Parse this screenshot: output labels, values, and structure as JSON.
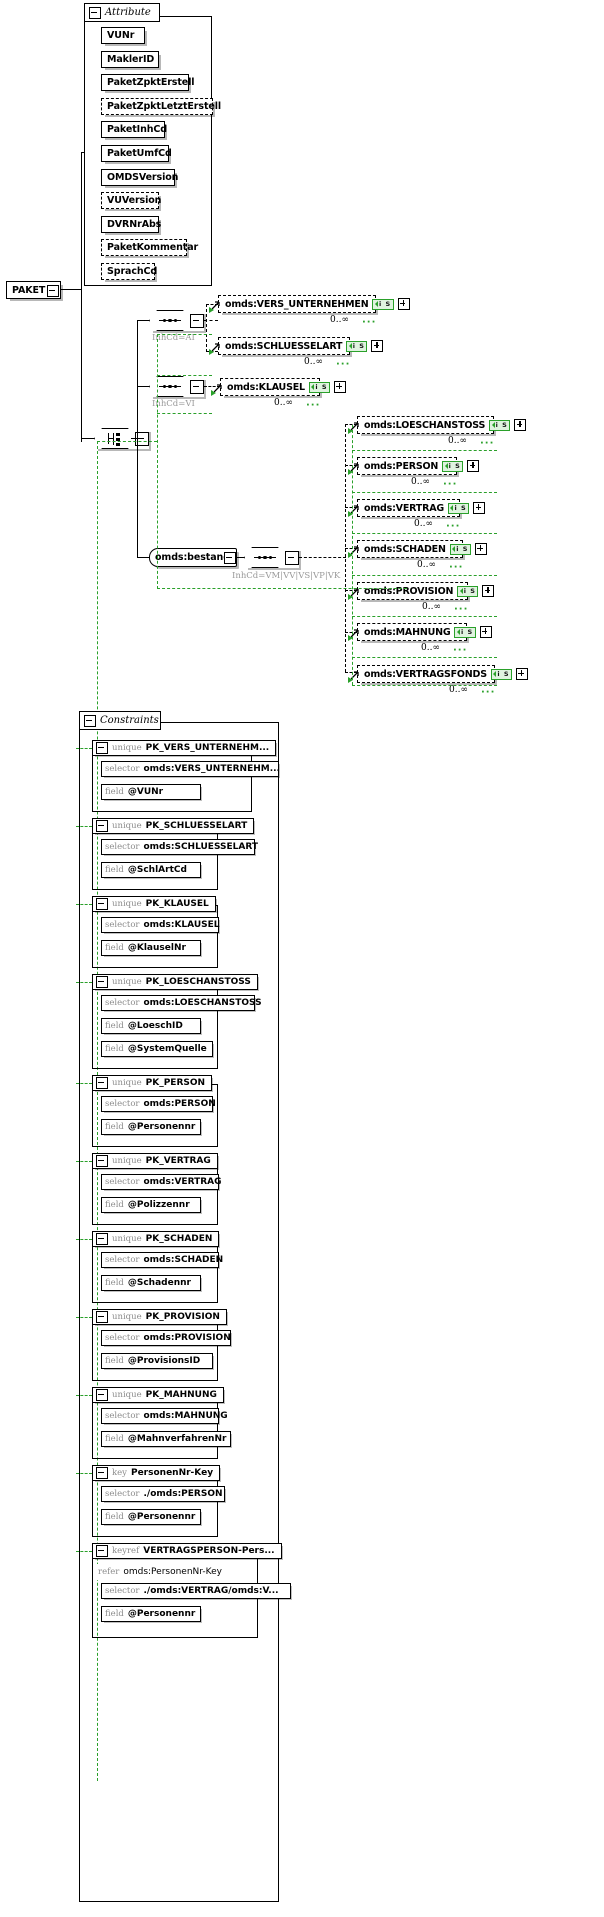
{
  "diagram": {
    "root_element": "PAKET",
    "attribute_group_label": "Attribute",
    "constraints_group_label": "Constraints",
    "occurrence_label": "0..∞",
    "badge_text": "i S",
    "accent_green": "#2aa02a",
    "badge_bg": "#dff3df",
    "inhcd_color": "#9a9a9a"
  },
  "attributes": [
    {
      "name": "VUNr",
      "optional": false
    },
    {
      "name": "MaklerID",
      "optional": false
    },
    {
      "name": "PaketZpktErstell",
      "optional": false
    },
    {
      "name": "PaketZpktLetztErstell",
      "optional": true
    },
    {
      "name": "PaketInhCd",
      "optional": false
    },
    {
      "name": "PaketUmfCd",
      "optional": false
    },
    {
      "name": "OMDSVersion",
      "optional": false
    },
    {
      "name": "VUVersion",
      "optional": true
    },
    {
      "name": "DVRNrAbs",
      "optional": false
    },
    {
      "name": "PaketKommentar",
      "optional": true
    },
    {
      "name": "SprachCd",
      "optional": true
    }
  ],
  "branches": [
    {
      "inhcd": "InhCd=AI",
      "elements": [
        "omds:VERS_UNTERNEHMEN",
        "omds:SCHLUESSELART"
      ]
    },
    {
      "inhcd": "InhCd=VI",
      "elements": [
        "omds:KLAUSEL"
      ]
    },
    {
      "group_name": "omds:bestand",
      "inhcd": "InhCd=VM|VV|VS|VP|VK",
      "elements": [
        "omds:LOESCHANSTOSS",
        "omds:PERSON",
        "omds:VERTRAG",
        "omds:SCHADEN",
        "omds:PROVISION",
        "omds:MAHNUNG",
        "omds:VERTRAGSFONDS"
      ]
    }
  ],
  "elements": [
    {
      "name": "omds:VERS_UNTERNEHMEN",
      "occ": "0..∞"
    },
    {
      "name": "omds:SCHLUESSELART",
      "occ": "0..∞"
    },
    {
      "name": "omds:KLAUSEL",
      "occ": "0..∞"
    },
    {
      "name": "omds:LOESCHANSTOSS",
      "occ": "0..∞"
    },
    {
      "name": "omds:PERSON",
      "occ": "0..∞"
    },
    {
      "name": "omds:VERTRAG",
      "occ": "0..∞"
    },
    {
      "name": "omds:SCHADEN",
      "occ": "0..∞"
    },
    {
      "name": "omds:PROVISION",
      "occ": "0..∞"
    },
    {
      "name": "omds:MAHNUNG",
      "occ": "0..∞"
    },
    {
      "name": "omds:VERTRAGSFONDS",
      "occ": "0..∞"
    }
  ],
  "constraints": [
    {
      "kind": "unique",
      "name": "PK_VERS_UNTERNEHM...",
      "rows": [
        {
          "label": "selector",
          "value": "omds:VERS_UNTERNEHM..."
        },
        {
          "label": "field",
          "value": "@VUNr"
        }
      ]
    },
    {
      "kind": "unique",
      "name": "PK_SCHLUESSELART",
      "rows": [
        {
          "label": "selector",
          "value": "omds:SCHLUESSELART"
        },
        {
          "label": "field",
          "value": "@SchlArtCd"
        }
      ]
    },
    {
      "kind": "unique",
      "name": "PK_KLAUSEL",
      "rows": [
        {
          "label": "selector",
          "value": "omds:KLAUSEL"
        },
        {
          "label": "field",
          "value": "@KlauselNr"
        }
      ]
    },
    {
      "kind": "unique",
      "name": "PK_LOESCHANSTOSS",
      "rows": [
        {
          "label": "selector",
          "value": "omds:LOESCHANSTOSS"
        },
        {
          "label": "field",
          "value": "@LoeschID"
        },
        {
          "label": "field",
          "value": "@SystemQuelle"
        }
      ]
    },
    {
      "kind": "unique",
      "name": "PK_PERSON",
      "rows": [
        {
          "label": "selector",
          "value": "omds:PERSON"
        },
        {
          "label": "field",
          "value": "@Personennr"
        }
      ]
    },
    {
      "kind": "unique",
      "name": "PK_VERTRAG",
      "rows": [
        {
          "label": "selector",
          "value": "omds:VERTRAG"
        },
        {
          "label": "field",
          "value": "@Polizzennr"
        }
      ]
    },
    {
      "kind": "unique",
      "name": "PK_SCHADEN",
      "rows": [
        {
          "label": "selector",
          "value": "omds:SCHADEN"
        },
        {
          "label": "field",
          "value": "@Schadennr"
        }
      ]
    },
    {
      "kind": "unique",
      "name": "PK_PROVISION",
      "rows": [
        {
          "label": "selector",
          "value": "omds:PROVISION"
        },
        {
          "label": "field",
          "value": "@ProvisionsID"
        }
      ]
    },
    {
      "kind": "unique",
      "name": "PK_MAHNUNG",
      "rows": [
        {
          "label": "selector",
          "value": "omds:MAHNUNG"
        },
        {
          "label": "field",
          "value": "@MahnverfahrenNr"
        }
      ]
    },
    {
      "kind": "key",
      "name": "PersonenNr-Key",
      "rows": [
        {
          "label": "selector",
          "value": "./omds:PERSON"
        },
        {
          "label": "field",
          "value": "@Personennr"
        }
      ]
    },
    {
      "kind": "keyref",
      "name": "VERTRAGSPERSON-Pers...",
      "refer": {
        "label": "refer",
        "value": "omds:PersonenNr-Key"
      },
      "rows": [
        {
          "label": "selector",
          "value": "./omds:VERTRAG/omds:V..."
        },
        {
          "label": "field",
          "value": "@Personennr"
        }
      ]
    }
  ]
}
